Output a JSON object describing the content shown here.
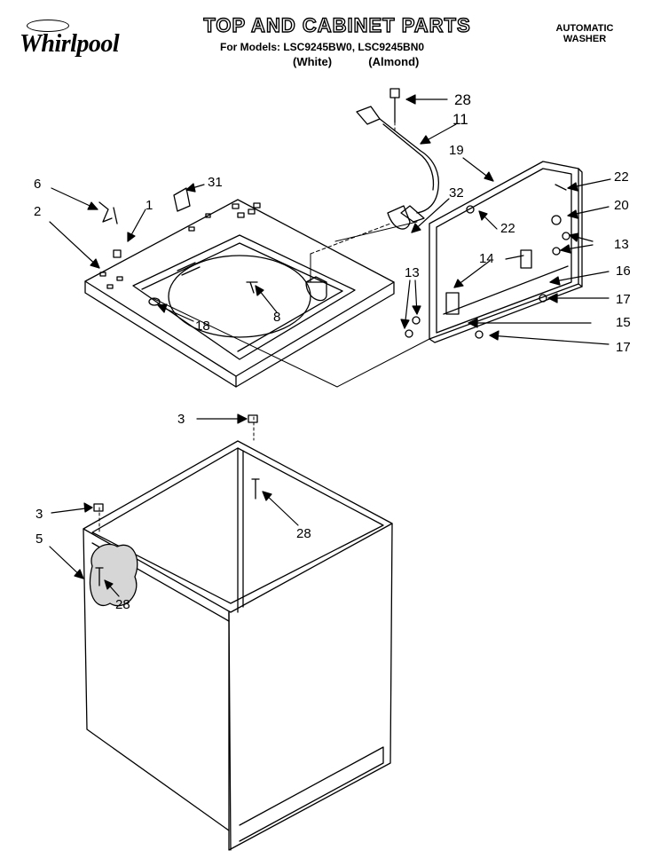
{
  "header": {
    "brand": "Whirlpool",
    "title": "TOP AND CABINET PARTS",
    "models_line": "For Models: LSC9245BW0, LSC9245BN0",
    "variant_white": "(White)",
    "variant_almond": "(Almond)",
    "product_type_line1": "AUTOMATIC",
    "product_type_line2": "WASHER"
  },
  "callouts": {
    "c28_top": "28",
    "c11": "11",
    "c19": "19",
    "c22_top": "22",
    "c20": "20",
    "c6": "6",
    "c31": "31",
    "c2": "2",
    "c1": "1",
    "c32": "32",
    "c22_mid": "22",
    "c13_right": "13",
    "c14": "14",
    "c16": "16",
    "c13_left": "13",
    "c17_top": "17",
    "c15": "15",
    "c17_bottom": "17",
    "c8": "8",
    "c18": "18",
    "c3_upper": "3",
    "c28_mid": "28",
    "c3_lower": "3",
    "c5": "5",
    "c28_low": "28"
  }
}
